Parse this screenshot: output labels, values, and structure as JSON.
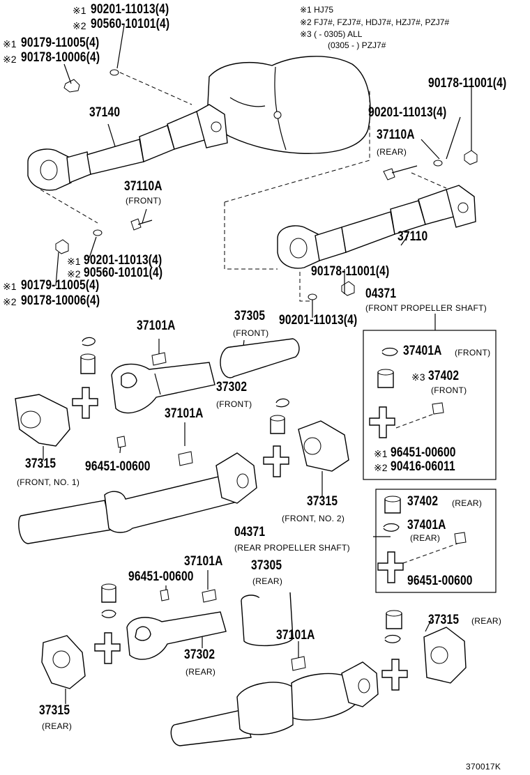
{
  "notes": {
    "n1": "※1 HJ75",
    "n2": "※2 FJ7#, FZJ7#, HDJ7#, HZJ7#, PZJ7#",
    "n3a": "※3 (        - 0305) ALL",
    "n3b": "(0305 -         ) PZJ7#"
  },
  "labels": {
    "l_90201_a": "90201-11013(4)",
    "l_90560_a": "90560-10101(4)",
    "l_90179_a": "90179-11005(4)",
    "l_90178_a": "90178-10006(4)",
    "l_90178_11001_a": "90178-11001(4)",
    "l_37140": "37140",
    "l_90201_b": "90201-11013(4)",
    "l_37110A_rear": "37110A",
    "l_37110A_rear_sub": "(REAR)",
    "l_37110A_front": "37110A",
    "l_37110A_front_sub": "(FRONT)",
    "l_90201_c": "90201-11013(4)",
    "l_90560_c": "90560-10101(4)",
    "l_90179_c": "90179-11005(4)",
    "l_90178_c": "90178-10006(4)",
    "l_37110": "37110",
    "l_90178_11001_b": "90178-11001(4)",
    "l_04371_front": "04371",
    "l_04371_front_sub": "(FRONT PROPELLER SHAFT)",
    "l_90201_d": "90201-11013(4)",
    "l_37305_front": "37305",
    "l_37305_front_sub": "(FRONT)",
    "l_37101A_a": "37101A",
    "l_37401A_front": "37401A",
    "l_37401A_front_sub": "(FRONT)",
    "l_37402_front": "37402",
    "l_37402_front_sub": "(FRONT)",
    "l_37302_front": "37302",
    "l_37302_front_sub": "(FRONT)",
    "l_37101A_b": "37101A",
    "l_96451_a": "96451-00600",
    "l_90416": "90416-06011",
    "l_37315_front1": "37315",
    "l_37315_front1_sub": "(FRONT, NO. 1)",
    "l_96451_b": "96451-00600",
    "l_37315_front2": "37315",
    "l_37315_front2_sub": "(FRONT, NO. 2)",
    "l_37402_rear": "37402",
    "l_37402_rear_sub": "(REAR)",
    "l_04371_rear": "04371",
    "l_04371_rear_sub": "(REAR PROPELLER SHAFT)",
    "l_37401A_rear": "37401A",
    "l_37401A_rear_sub": "(REAR)",
    "l_37101A_c": "37101A",
    "l_96451_c": "96451-00600",
    "l_37305_rear": "37305",
    "l_37305_rear_sub": "(REAR)",
    "l_96451_d": "96451-00600",
    "l_37315_rear_r": "37315",
    "l_37315_rear_r_sub": "(REAR)",
    "l_37302_rear": "37302",
    "l_37302_rear_sub": "(REAR)",
    "l_37101A_d": "37101A",
    "l_37315_rear_l": "37315",
    "l_37315_rear_l_sub": "(REAR)",
    "figure_code": "370017K"
  },
  "marks": {
    "m1": "※1",
    "m2": "※2",
    "m3": "※3"
  }
}
